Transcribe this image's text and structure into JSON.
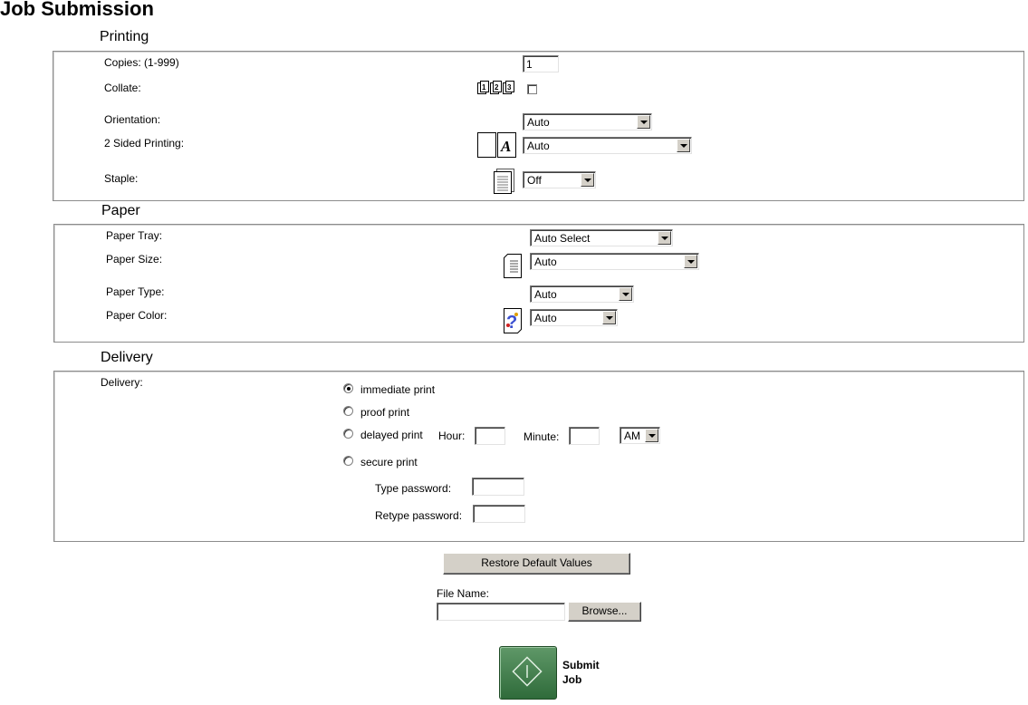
{
  "page": {
    "title": "Job Submission"
  },
  "printing": {
    "title": "Printing",
    "copies_label": "Copies: (1-999)",
    "copies_value": "1",
    "collate_label": "Collate:",
    "orientation_label": "Orientation:",
    "orientation_value": "Auto",
    "two_sided_label": "2 Sided Printing:",
    "two_sided_value": "Auto",
    "staple_label": "Staple:",
    "staple_value": "Off"
  },
  "paper": {
    "title": "Paper",
    "tray_label": "Paper Tray:",
    "tray_value": "Auto Select",
    "size_label": "Paper Size:",
    "size_value": "Auto",
    "type_label": "Paper Type:",
    "type_value": "Auto",
    "color_label": "Paper Color:",
    "color_value": "Auto"
  },
  "delivery": {
    "title": "Delivery",
    "label": "Delivery:",
    "immediate": "immediate print",
    "proof": "proof print",
    "delayed": "delayed print",
    "hour_label": "Hour:",
    "minute_label": "Minute:",
    "ampm_value": "AM",
    "secure": "secure print",
    "type_password_label": "Type password:",
    "retype_password_label": "Retype password:"
  },
  "actions": {
    "restore_label": "Restore Default Values",
    "file_name_label": "File Name:",
    "browse_label": "Browse...",
    "submit_line1": "Submit",
    "submit_line2": "Job"
  }
}
